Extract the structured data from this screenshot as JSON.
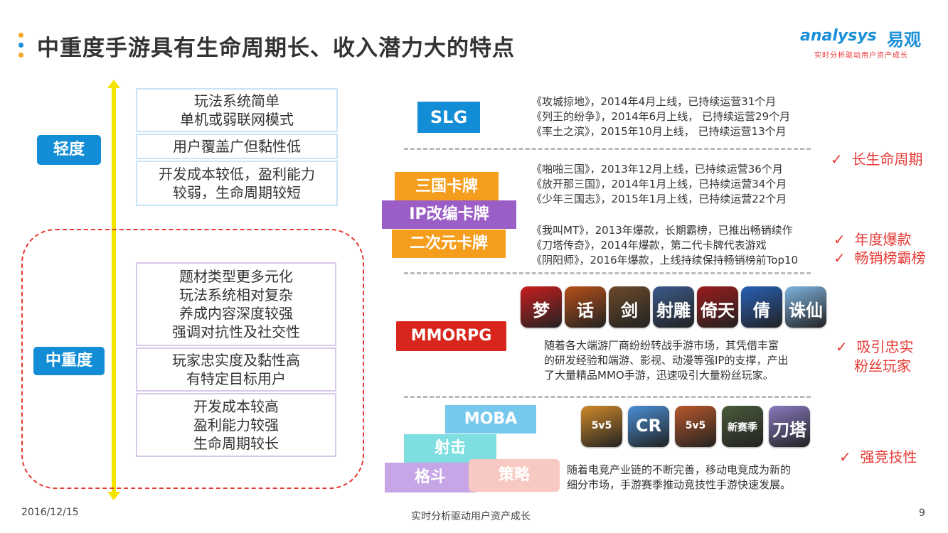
{
  "colors": {
    "accent_blue": "#138ed6",
    "red": "#e53935",
    "yellow": "#f5e400",
    "dot_orange": "#f5a623",
    "dot_blue": "#1a8fd8"
  },
  "header": {
    "title": "中重度手游具有生命周期长、收入潜力大的特点"
  },
  "logo": {
    "brand_en": "analysys",
    "brand_cn": "易观",
    "tagline": "实时分析驱动用户资产成长"
  },
  "left": {
    "light": {
      "label": "轻度",
      "boxes": [
        [
          "玩法系统简单",
          "单机或弱联网模式"
        ],
        [
          "用户覆盖广但黏性低"
        ],
        [
          "开发成本较低，盈利能力",
          "较弱，生命周期较短"
        ]
      ]
    },
    "heavy": {
      "label": "中重度",
      "boxes": [
        [
          "题材类型更多元化",
          "玩法系统相对复杂",
          "养成内容深度较强",
          "强调对抗性及社交性"
        ],
        [
          "玩家忠实度及黏性高",
          "有特定目标用户"
        ],
        [
          "开发成本较高",
          "盈利能力较强",
          "生命周期较长"
        ]
      ]
    }
  },
  "sections": {
    "slg": {
      "tag": "SLG",
      "lines": [
        "《攻城掠地》，2014年4月上线，已持续运营31个月",
        "《列王的纷争》，2014年6月上线， 已持续运营29个月",
        "《率土之滨》，2015年10月上线， 已持续运营13个月"
      ],
      "checks": [
        "长生命周期"
      ]
    },
    "card": {
      "tags": [
        "三国卡牌",
        "IP改编卡牌",
        "二次元卡牌"
      ],
      "lines_a": [
        "《啪啪三国》，2013年12月上线，已持续运营36个月",
        "《放开那三国》，2014年1月上线，已持续运营34个月",
        "《少年三国志》，2015年1月上线，已持续运营22个月"
      ],
      "lines_b": [
        "《我叫MT》，2013年爆款，长期霸榜，已推出畅销续作",
        "《刀塔传奇》，2014年爆款，第二代卡牌代表游戏",
        "《阴阳师》，2016年爆款，上线持续保持畅销榜前Top10"
      ],
      "checks": [
        "年度爆款",
        "畅销榜霸榜"
      ]
    },
    "mmorpg": {
      "tag": "MMORPG",
      "icons": [
        {
          "name": "menghuan-icon",
          "glyph": "梦",
          "color": "#c81e1e"
        },
        {
          "name": "dahuaxiyou-icon",
          "glyph": "话",
          "color": "#b7501a"
        },
        {
          "name": "warrior-icon",
          "glyph": "剑",
          "color": "#6b4a2a"
        },
        {
          "name": "shediao-icon",
          "glyph": "射雕",
          "color": "#3b5a8a"
        },
        {
          "name": "yitian-icon",
          "glyph": "倚天",
          "color": "#9b1c1c"
        },
        {
          "name": "qianqiu-icon",
          "glyph": "倩",
          "color": "#2860b5"
        },
        {
          "name": "zhuxian-icon",
          "glyph": "诛仙",
          "color": "#7fb3e0"
        }
      ],
      "lines": [
        "随着各大端游厂商纷纷转战手游市场，其凭借丰富",
        "的研发经验和端游、影视、动漫等强IP的支撑，产出",
        "了大量精品MMO手游，迅速吸引大量粉丝玩家。"
      ],
      "checks": [
        "吸引忠实",
        "粉丝玩家"
      ]
    },
    "moba": {
      "tags": [
        "MOBA",
        "射击",
        "格斗",
        "策略"
      ],
      "icons": [
        {
          "name": "wangzhe-icon",
          "glyph": "5v5",
          "color": "#d08a2a"
        },
        {
          "name": "clash-royale-icon",
          "glyph": "CR",
          "color": "#4a8fd6"
        },
        {
          "name": "moba-hero-icon",
          "glyph": "5v5",
          "color": "#b8582a"
        },
        {
          "name": "shooter-icon",
          "glyph": "新赛季",
          "color": "#4a5a3a"
        },
        {
          "name": "daota-icon",
          "glyph": "刀塔",
          "color": "#8a7ac0"
        }
      ],
      "lines": [
        "随着电竞产业链的不断完善，移动电竞成为新的",
        "细分市场，手游赛季推动竞技性手游快速发展。"
      ],
      "checks": [
        "强竞技性"
      ]
    }
  },
  "check_mark": "✓",
  "footer": {
    "date": "2016/12/15",
    "center": "实时分析驱动用户资产成长",
    "page": "9"
  }
}
